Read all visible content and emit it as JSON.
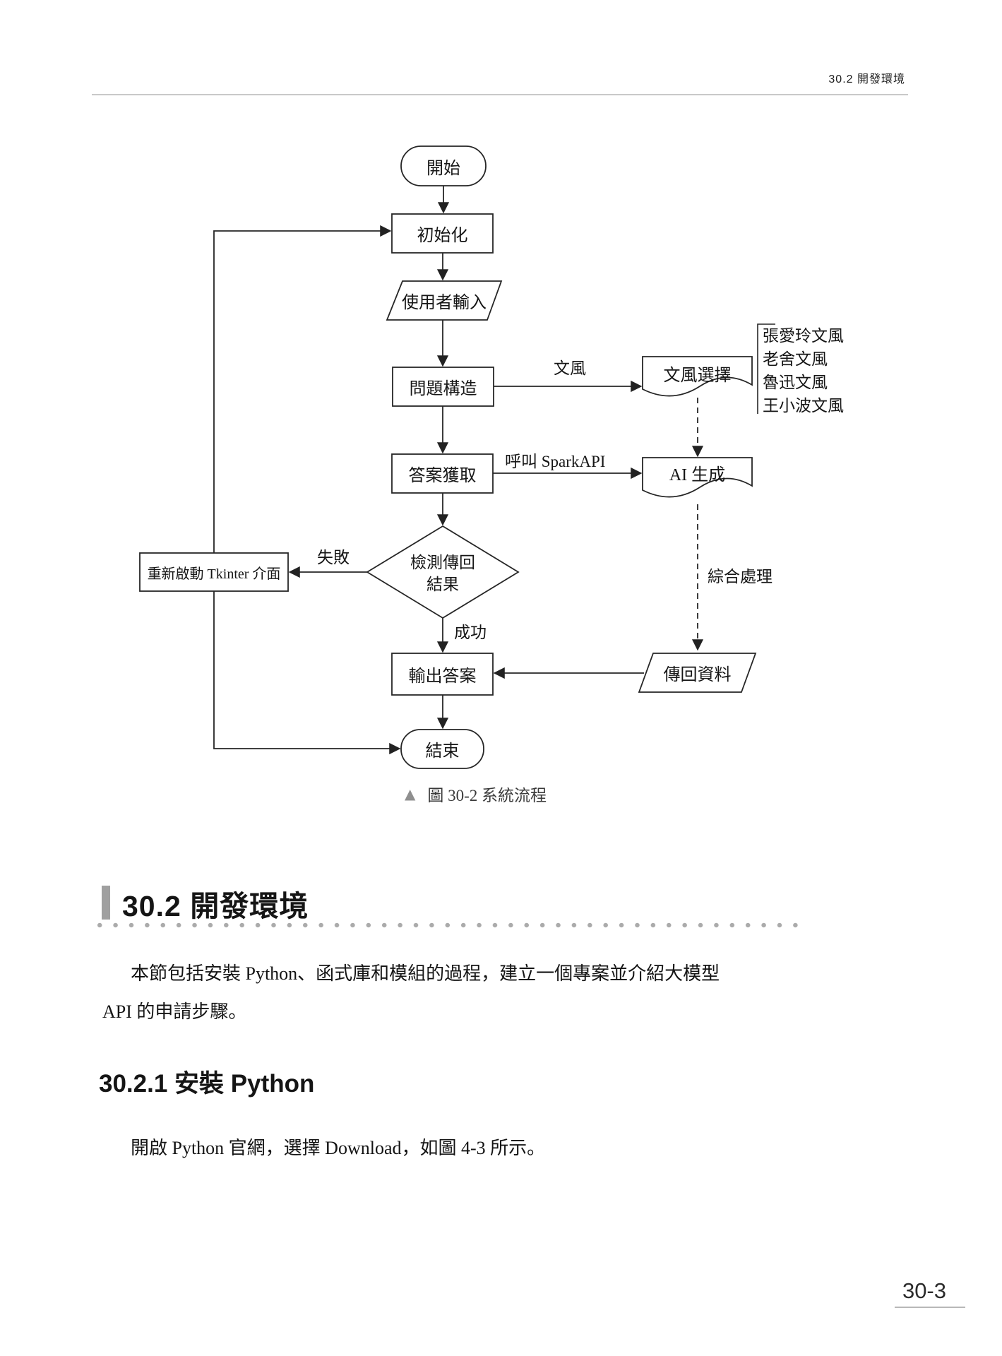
{
  "header": {
    "section_label": "30.2  開發環境"
  },
  "flowchart": {
    "nodes": {
      "start": "開始",
      "init": "初始化",
      "user_input": "使用者輸入",
      "question_construct": "問題構造",
      "style_select": "文風選擇",
      "answer_fetch": "答案獲取",
      "ai_generate": "AI 生成",
      "check_result_line1": "檢測傳回",
      "check_result_line2": "結果",
      "restart": "重新啟動 Tkinter 介面",
      "output_answer": "輸出答案",
      "return_data": "傳回資料",
      "end": "結束"
    },
    "edge_labels": {
      "style": "文風",
      "call_api": "呼叫 SparkAPI",
      "fail": "失敗",
      "success": "成功",
      "combine": "綜合處理"
    },
    "style_list": [
      "張愛玲文風",
      "老舍文風",
      "魯迅文風",
      "王小波文風"
    ],
    "caption": {
      "marker": "▲",
      "text": "圖 30-2  系統流程"
    }
  },
  "section": {
    "heading": "30.2  開發環境",
    "paragraph_lines": [
      "本節包括安裝 Python、函式庫和模組的過程，建立一個專案並介紹大模型",
      "API 的申請步驟。"
    ],
    "subsection": {
      "heading": "30.2.1  安裝 Python",
      "paragraph": "開啟 Python 官網，選擇 Download，如圖 4-3 所示。"
    }
  },
  "page_number": "30-3",
  "colors": {
    "line": "#262626",
    "rule_gray": "#c9c9c9",
    "heading_bar": "#a0a0a0",
    "dot_gray": "#ababab",
    "caption_triangle": "#8f8f8f"
  }
}
